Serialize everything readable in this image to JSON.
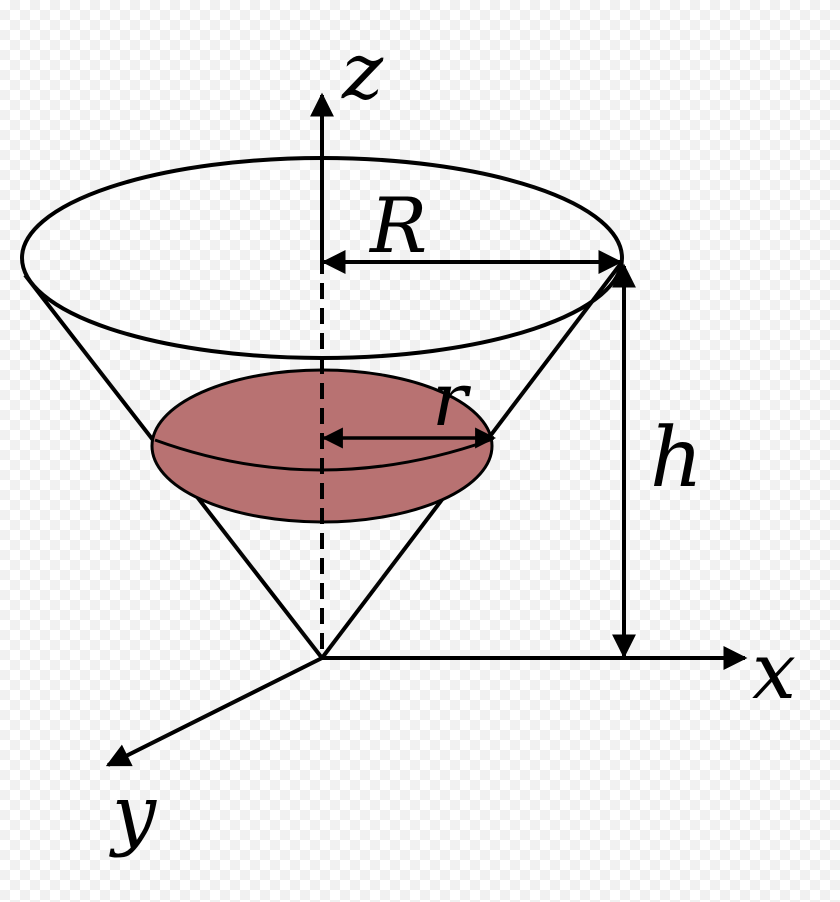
{
  "labels": {
    "z_axis": "z",
    "x_axis": "x",
    "y_axis": "y",
    "big_radius": "R",
    "small_radius": "r",
    "height": "h"
  },
  "colors": {
    "stroke": "#000000",
    "liquid_fill": "#b87272",
    "background": "#ffffff"
  }
}
